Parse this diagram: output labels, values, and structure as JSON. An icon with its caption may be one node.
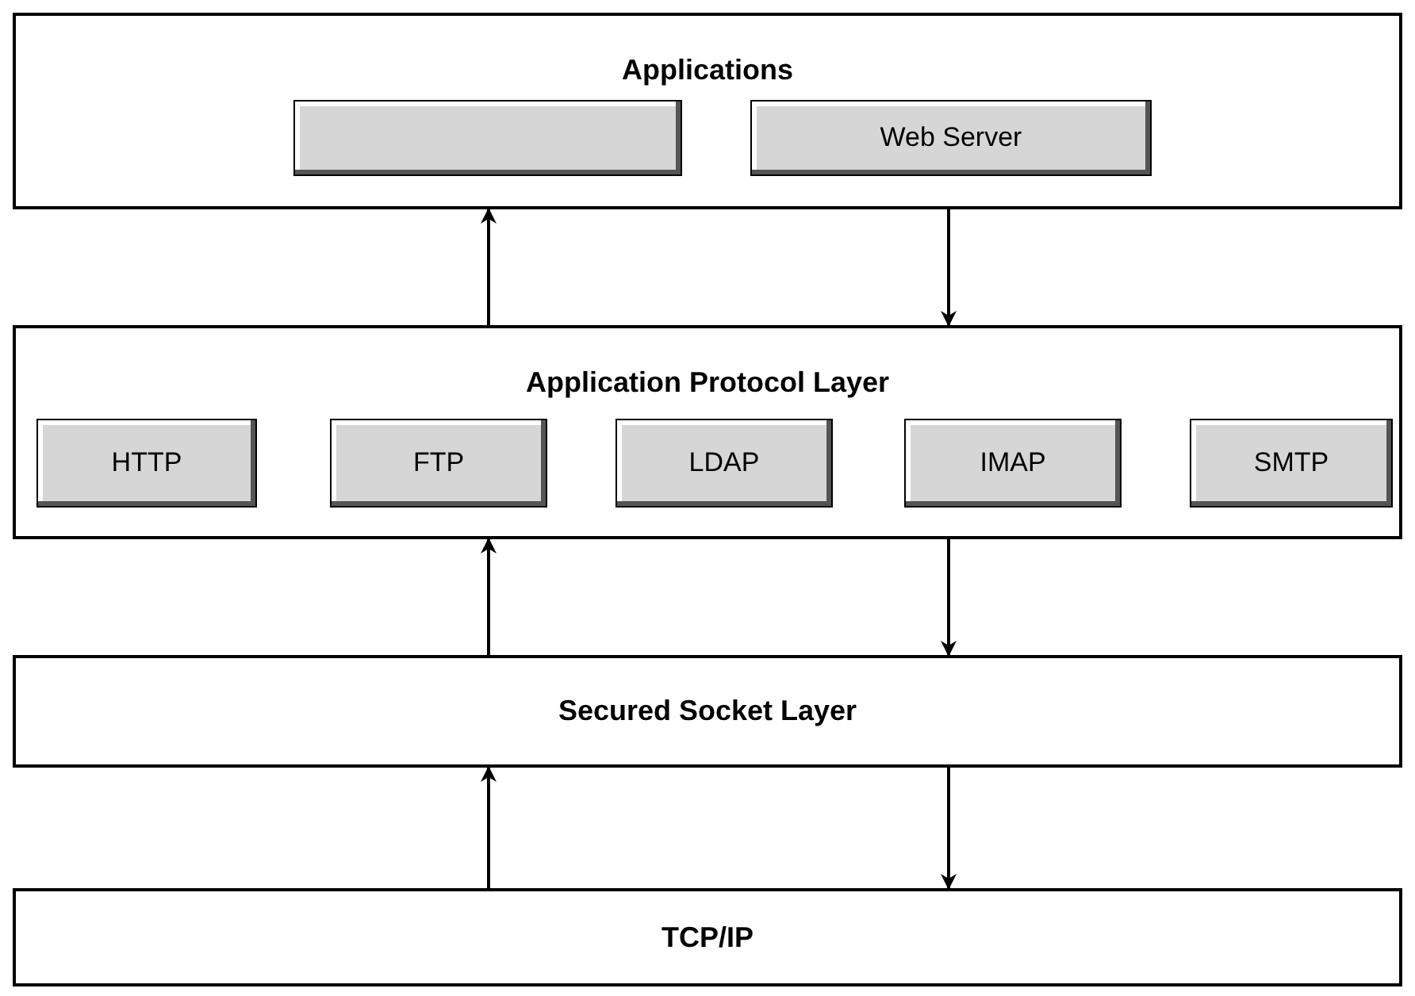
{
  "diagram": {
    "nodes": [
      {
        "text": [
          "Applications"
        ]
      },
      {
        "text": [],
        "shape": "box",
        "in": 0
      },
      {
        "text": [
          "Web Server"
        ],
        "in": 0
      },
      {
        "text": [
          "Application Protocol Layer"
        ]
      },
      {
        "text": [
          "HTTP"
        ],
        "in": 3
      },
      {
        "text": [
          "FTP"
        ],
        "in": 3
      },
      {
        "text": [
          "LDAP"
        ],
        "in": 3
      },
      {
        "text": [
          "IMAP"
        ],
        "in": 3
      },
      {
        "text": [
          "SMTP"
        ],
        "in": 3
      },
      {
        "text": [
          "Secured Socket Layer"
        ]
      },
      {
        "text": [
          "TCP/IP"
        ]
      }
    ],
    "edges": [
      {
        "from": 3,
        "to": 0,
        "arrow": "to"
      },
      {
        "from": 0,
        "to": 3,
        "arrow": "to"
      },
      {
        "from": 9,
        "to": 3,
        "arrow": "to"
      },
      {
        "from": 3,
        "to": 9,
        "arrow": "to"
      },
      {
        "from": 10,
        "to": 9,
        "arrow": "to"
      },
      {
        "from": 9,
        "to": 10,
        "arrow": "to"
      }
    ]
  }
}
